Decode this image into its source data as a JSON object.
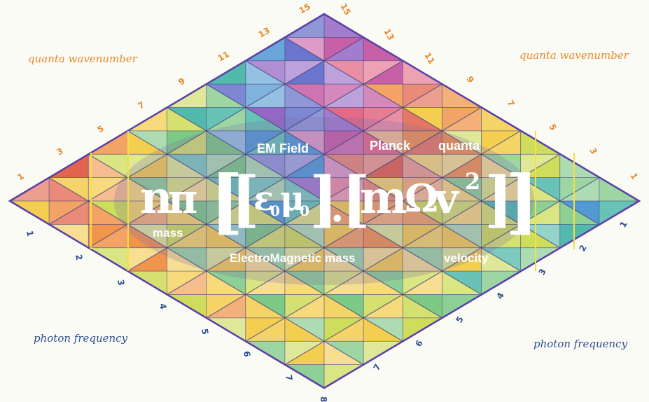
{
  "labels": {
    "top_left": "quanta wavenumber",
    "top_right": "quanta wavenumber",
    "bottom_left": "photon frequency",
    "bottom_right": "photon frequency"
  },
  "axes": {
    "upper_left": [
      "1",
      "3",
      "5",
      "7",
      "9",
      "11",
      "13",
      "15"
    ],
    "upper_right": [
      "15",
      "13",
      "11",
      "9",
      "7",
      "5",
      "3",
      "1"
    ],
    "lower_left": [
      "1",
      "2",
      "3",
      "4",
      "5",
      "6",
      "7",
      "8"
    ],
    "lower_right": [
      "7",
      "6",
      "5",
      "4",
      "3",
      "2",
      "1"
    ]
  },
  "formula": {
    "n": "n",
    "pi": "π",
    "eps": "ε",
    "mu": "μ",
    "sub0": "0",
    "dot": ".",
    "m": "m",
    "omega": "Ω",
    "v": "v",
    "sup2": "2",
    "lbracket": "[",
    "rbracket": "]"
  },
  "terms": {
    "em_field": "EM Field",
    "planck": "Planck",
    "quanta": "quanta",
    "mass": "mass",
    "em_mass": "ElectroMagnetic mass",
    "velocity": "velocity"
  },
  "colors": {
    "wavenumber": "#e8892b",
    "frequency": "#2c4f8f",
    "gridline": "#3a3a7a",
    "yellow_line": "#f5e042"
  }
}
